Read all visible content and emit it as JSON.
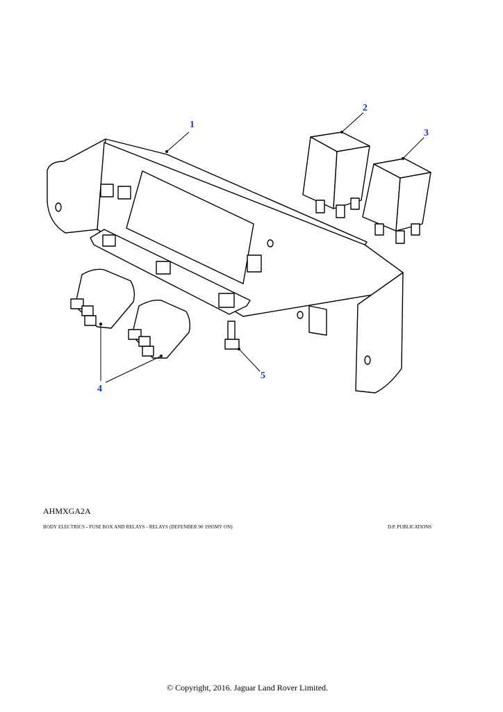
{
  "figure": {
    "reference_code": "AHMXGA2A",
    "caption": "BODY ELECTRICS - FUSE BOX AND RELAYS - RELAYS  (DEFENDER 90 1995MY ON)",
    "publisher": "D.P. PUBLICATIONS",
    "copyright": "© Copyright, 2016. Jaguar Land Rover Limited."
  },
  "callouts": [
    {
      "label": "1"
    },
    {
      "label": "2"
    },
    {
      "label": "3"
    },
    {
      "label": "4"
    },
    {
      "label": "5"
    }
  ],
  "colors": {
    "callout": "#1a37c8",
    "line": "#000000",
    "background": "#ffffff"
  }
}
